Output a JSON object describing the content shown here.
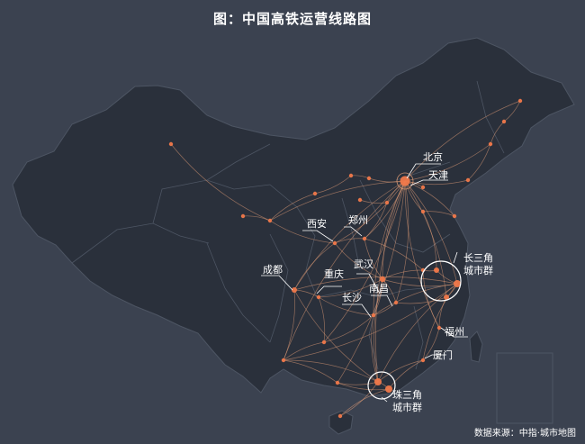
{
  "title": "图：中国高铁运营线路图",
  "source": "数据来源：中指·城市地图",
  "colors": {
    "background": "#3b4250",
    "land": "#2a303b",
    "border": "#4d5563",
    "rail_line": "#e9a27a",
    "node": "#f0784a",
    "label": "#ffffff"
  },
  "labels": {
    "beijing": "北京",
    "tianjin": "天津",
    "xian": "西安",
    "zhengzhou": "郑州",
    "chengdu": "成都",
    "chongqing": "重庆",
    "wuhan": "武汉",
    "nanchang": "南昌",
    "changsha": "长沙",
    "fuzhou": "福州",
    "xiamen": "厦门",
    "yangtze_line1": "长三角",
    "yangtze_line2": "城市群",
    "pearl_line1": "珠三角",
    "pearl_line2": "城市群"
  }
}
